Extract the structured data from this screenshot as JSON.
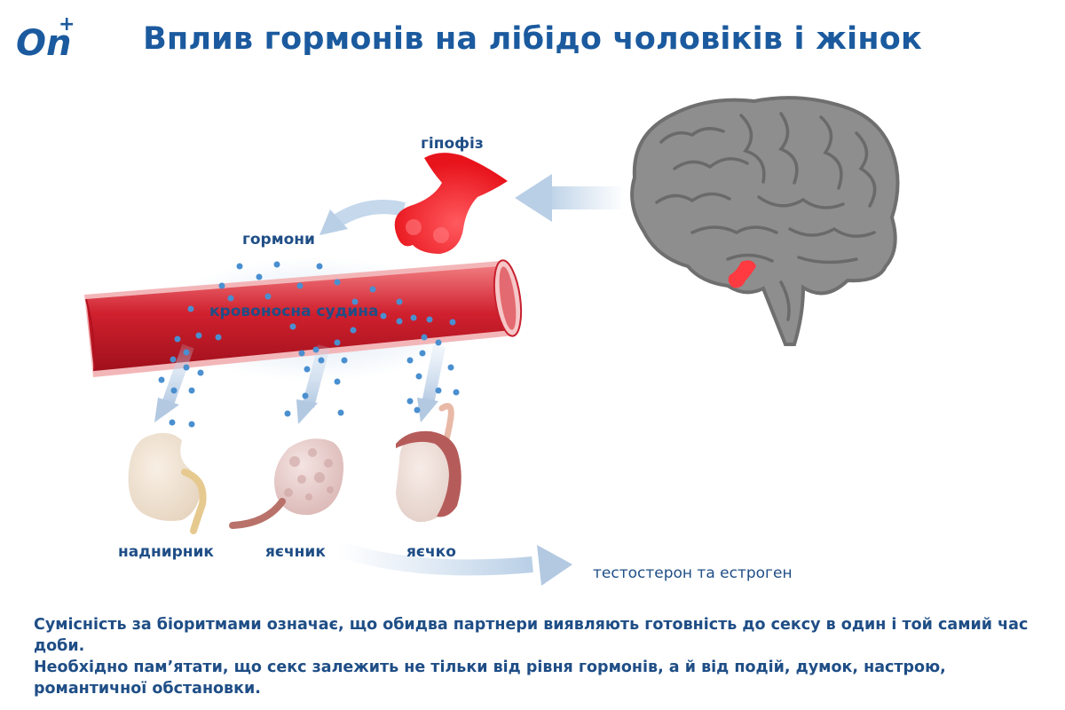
{
  "title": "Вплив гормонів на лібідо чоловіків і жінок",
  "logo": {
    "text": "On",
    "plus": "+",
    "color": "#1b5a9e"
  },
  "labels": {
    "pituitary": "гіпофіз",
    "hormones": "гормони",
    "blood_vessel": "кровоносна судина",
    "adrenal": "наднирник",
    "ovary": "яєчник",
    "testicle": "яєчко",
    "result": "тестостерон та естроген"
  },
  "caption": {
    "line1": "Сумісність за біоритмами означає, що обидва партнери виявляють готовність до сексу в один і той самий час доби.",
    "line2": "Необхідно пам’ятати, що секс залежить не тільки від рівня гормонів, а й від подій, думок, настрою, романтичної обстановки."
  },
  "colors": {
    "title": "#1b5a9e",
    "text": "#1f4e86",
    "vessel": "#c8202e",
    "pituitary": "#e8141c",
    "brain": "#8c8c8c",
    "dots": "#4a8fd0",
    "arrows": "#c5d8ec"
  }
}
